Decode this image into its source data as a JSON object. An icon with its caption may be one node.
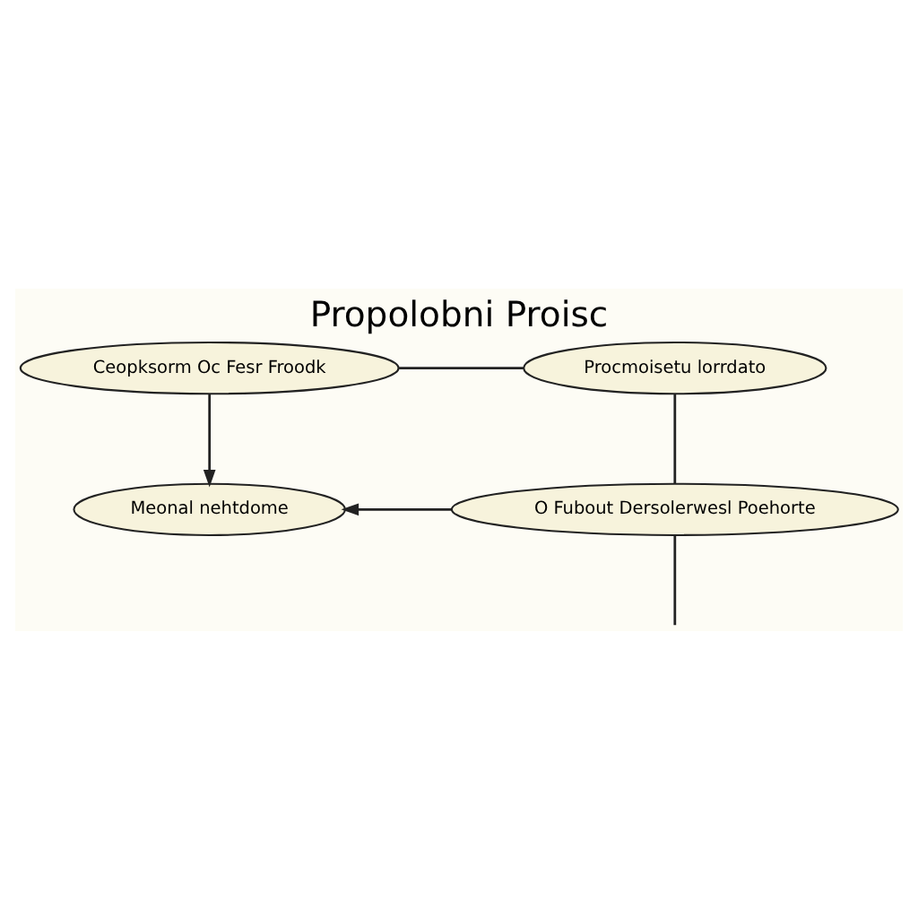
{
  "diagram": {
    "title": "Propolobni Proisc",
    "nodes": [
      {
        "text": [
          "Ceopksorm Oc Fesr Froodk"
        ]
      },
      {
        "text": [
          "Procmoisetu lorrdato"
        ]
      },
      {
        "text": [
          "Meonal nehtdome"
        ]
      },
      {
        "text": [
          "O Fubout Dersolerwesl Poehorte"
        ]
      }
    ],
    "edges": [
      {
        "from": 0,
        "to": 1,
        "arrow": "none"
      },
      {
        "from": 1,
        "to": 3,
        "arrow": "none"
      },
      {
        "from": 0,
        "to": 2,
        "arrow": "to"
      },
      {
        "from": 3,
        "to": 2,
        "arrow": "to"
      },
      {
        "from": 3,
        "to": null,
        "arrow": "none"
      }
    ]
  }
}
